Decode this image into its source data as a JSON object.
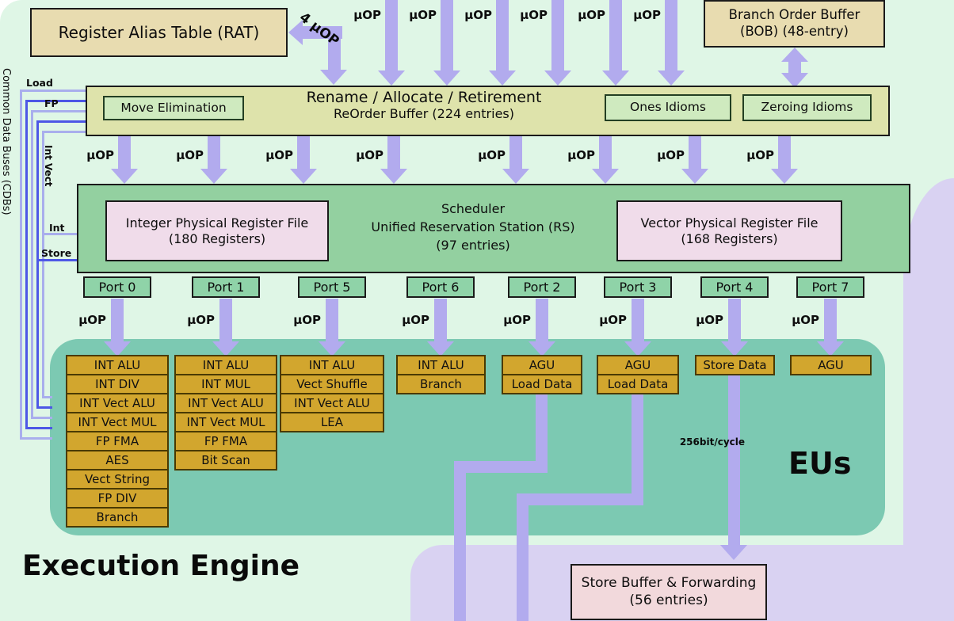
{
  "rat": {
    "label": "Register Alias Table (RAT)"
  },
  "bob": {
    "line1": "Branch Order Buffer",
    "line2": "(BOB) (48-entry)"
  },
  "rename": {
    "line1": "Rename / Allocate / Retirement",
    "line2": "ReOrder Buffer (224 entries)",
    "move_elimination": "Move Elimination",
    "ones_idioms": "Ones Idioms",
    "zeroing_idioms": "Zeroing Idioms"
  },
  "scheduler": {
    "line1": "Scheduler",
    "line2": "Unified Reservation Station (RS)",
    "line3": "(97 entries)",
    "int_prf_line1": "Integer Physical Register File",
    "int_prf_line2": "(180 Registers)",
    "vec_prf_line1": "Vector Physical Register File",
    "vec_prf_line2": "(168 Registers)"
  },
  "labels": {
    "uop": "µOP",
    "four_uop": "4 µOP",
    "bandwidth": "256bit/cycle",
    "eus": "EUs",
    "execution_engine": "Execution Engine"
  },
  "cdb": {
    "title": "Common Data Buses (CDBs)",
    "load": "Load",
    "fp": "FP",
    "int_vect": "Int Vect",
    "int": "Int",
    "store": "Store"
  },
  "ports": [
    {
      "label": "Port 0",
      "units": [
        "INT ALU",
        "INT DIV",
        "INT Vect ALU",
        "INT Vect MUL",
        "FP FMA",
        "AES",
        "Vect String",
        "FP DIV",
        "Branch"
      ]
    },
    {
      "label": "Port 1",
      "units": [
        "INT ALU",
        "INT MUL",
        "INT Vect ALU",
        "INT Vect MUL",
        "FP FMA",
        "Bit Scan"
      ]
    },
    {
      "label": "Port 5",
      "units": [
        "INT ALU",
        "Vect Shuffle",
        "INT Vect ALU",
        "LEA"
      ]
    },
    {
      "label": "Port 6",
      "units": [
        "INT ALU",
        "Branch"
      ]
    },
    {
      "label": "Port 2",
      "units": [
        "AGU",
        "Load Data"
      ]
    },
    {
      "label": "Port 3",
      "units": [
        "AGU",
        "Load Data"
      ]
    },
    {
      "label": "Port 4",
      "units": [
        "Store Data"
      ]
    },
    {
      "label": "Port 7",
      "units": [
        "AGU"
      ]
    }
  ],
  "store_buffer": {
    "line1": "Store Buffer & Forwarding",
    "line2": "(56 entries)"
  },
  "colors": {
    "background_mint": "#dff6e6",
    "eu_panel_teal": "#7cc9b2",
    "memory_panel_lavender": "#d9d2f2",
    "arrow_purple": "#b2abee",
    "bus_blue": "#4d57e6",
    "bus_light": "#a9aeed",
    "buffer_tan": "#e8dcb0",
    "band_khaki": "#dee3ab",
    "idiom_green": "#cfeabf",
    "scheduler_green": "#93d0a0",
    "port_green": "#8fd3a8",
    "prf_pink": "#f0dcea",
    "store_pink": "#f2d9dc",
    "eu_gold": "#d2a62e"
  }
}
